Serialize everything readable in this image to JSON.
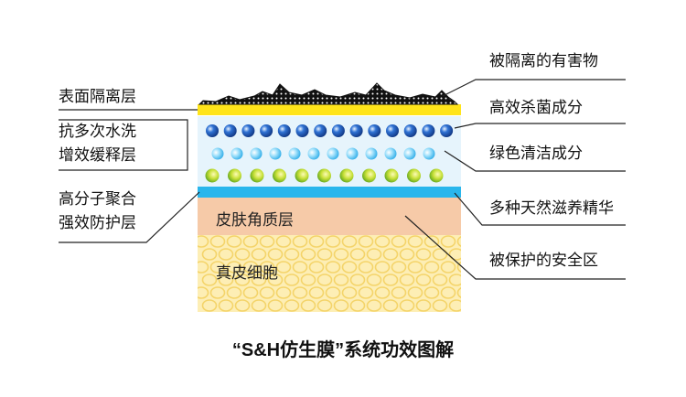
{
  "left_labels": {
    "surface_isolation": "表面隔离层",
    "anti_wash_line1": "抗多次水洗",
    "anti_wash_line2": "增效缓释层",
    "polymer_line1": "高分子聚合",
    "polymer_line2": "强效防护层"
  },
  "right_labels": {
    "isolated_harmful": "被隔离的有害物",
    "bactericidal": "高效杀菌成分",
    "green_cleansing": "绿色清洁成分",
    "natural_nourishing": "多种天然滋养精华",
    "protected_zone": "被保护的安全区"
  },
  "inner_labels": {
    "stratum_corneum": "皮肤角质层",
    "dermis_cells": "真皮细胞"
  },
  "caption": "“S&H仿生膜”系统功效图解",
  "colors": {
    "yellow_band": "#ffe41a",
    "blue_band": "#29b6ec",
    "membrane_bg": "#e6f4fc",
    "horny_layer": "#f6caa8",
    "dermis_bg": "#fdeeb5",
    "dermis_circle": "#f7dc7e",
    "dark_blue_sphere": "#123c8c",
    "light_blue_sphere": "#4fc3ee",
    "green_sphere": "#5aa61c"
  }
}
